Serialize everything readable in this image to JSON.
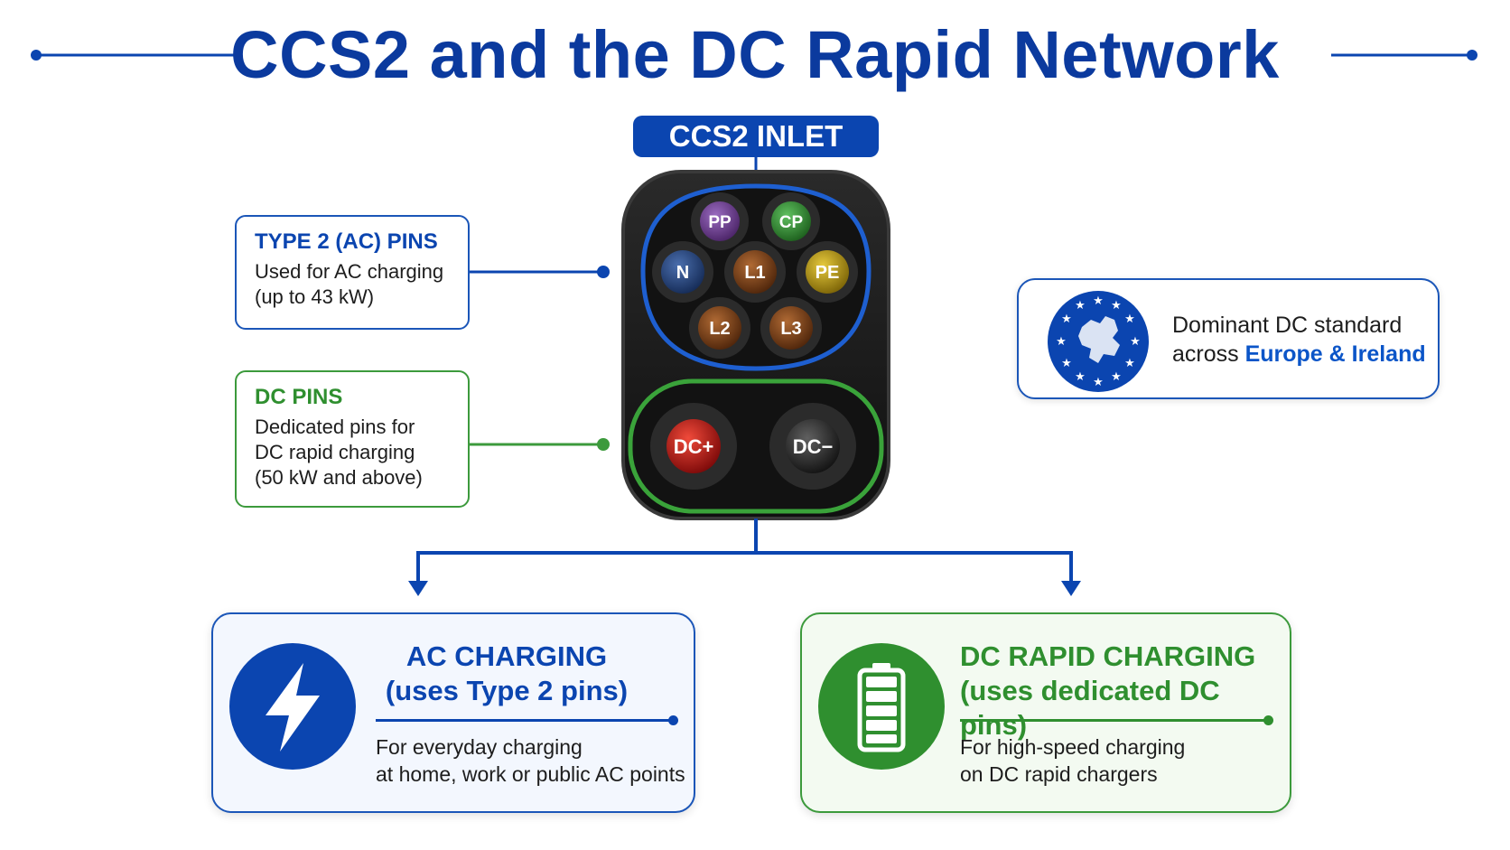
{
  "title": "CCS2 and the DC Rapid Network",
  "inlet_label": "CCS2 INLET",
  "type2_callout": {
    "heading": "TYPE 2 (AC) PINS",
    "line1": "Used for AC charging",
    "line2": "(up to 43 kW)"
  },
  "dc_callout": {
    "heading": "DC PINS",
    "line1": "Dedicated pins for",
    "line2": "DC rapid charging",
    "line3": "(50 kW and above)"
  },
  "eu_callout": {
    "line1": "Dominant DC standard",
    "line2_prefix": "across ",
    "line2_highlight": "Europe & Ireland"
  },
  "ac_pins": [
    "PP",
    "CP",
    "N",
    "L1",
    "PE",
    "L2",
    "L3"
  ],
  "dc_pins": [
    "DC+",
    "DC−"
  ],
  "ac_card": {
    "title1": "AC CHARGING",
    "title2": "(uses Type 2 pins)",
    "desc1": "For everyday charging",
    "desc2": "at home, work or public AC points"
  },
  "dc_card": {
    "title1": "DC RAPID CHARGING",
    "title2": "(uses dedicated DC pins)",
    "desc1": "For high-speed charging",
    "desc2": "on DC rapid chargers"
  },
  "colors": {
    "navy": "#0b3a9e",
    "blue": "#0b45b0",
    "green": "#2f8f2f",
    "pin_pp": "#6a3a8e",
    "pin_cp": "#2f8a2f",
    "pin_n": "#1f3f78",
    "pin_l": "#7a3e16",
    "pin_pe": "#b89a10",
    "pin_dc_plus": "#c41818",
    "pin_dc_minus": "#2a2a2a"
  }
}
